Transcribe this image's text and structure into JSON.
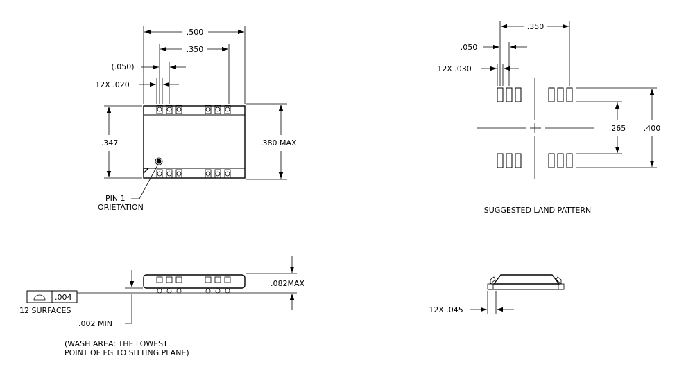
{
  "top_view": {
    "dim_width": ".500",
    "dim_pitch_span": ".350",
    "dim_pitch": "(.050)",
    "dim_lead_width": "12X .020",
    "dim_body_height": ".347",
    "dim_overall_height": ".380 MAX",
    "pin1_label_line1": "PIN 1",
    "pin1_label_line2": "ORIETATION"
  },
  "land_pattern": {
    "dim_span": ".350",
    "dim_pitch": ".050",
    "dim_pad_width": "12X .030",
    "dim_inner": ".265",
    "dim_outer": ".400",
    "caption": "SUGGESTED LAND PATTERN"
  },
  "side_view": {
    "flatness_value": ".004",
    "flatness_note": "12 SURFACES",
    "dim_height": ".082MAX",
    "dim_standoff": ".002 MIN",
    "wash_note_line1": "(WASH AREA: THE LOWEST",
    "wash_note_line2": "POINT OF FG TO SITTING PLANE)"
  },
  "end_view": {
    "dim_lead": "12X .045"
  }
}
